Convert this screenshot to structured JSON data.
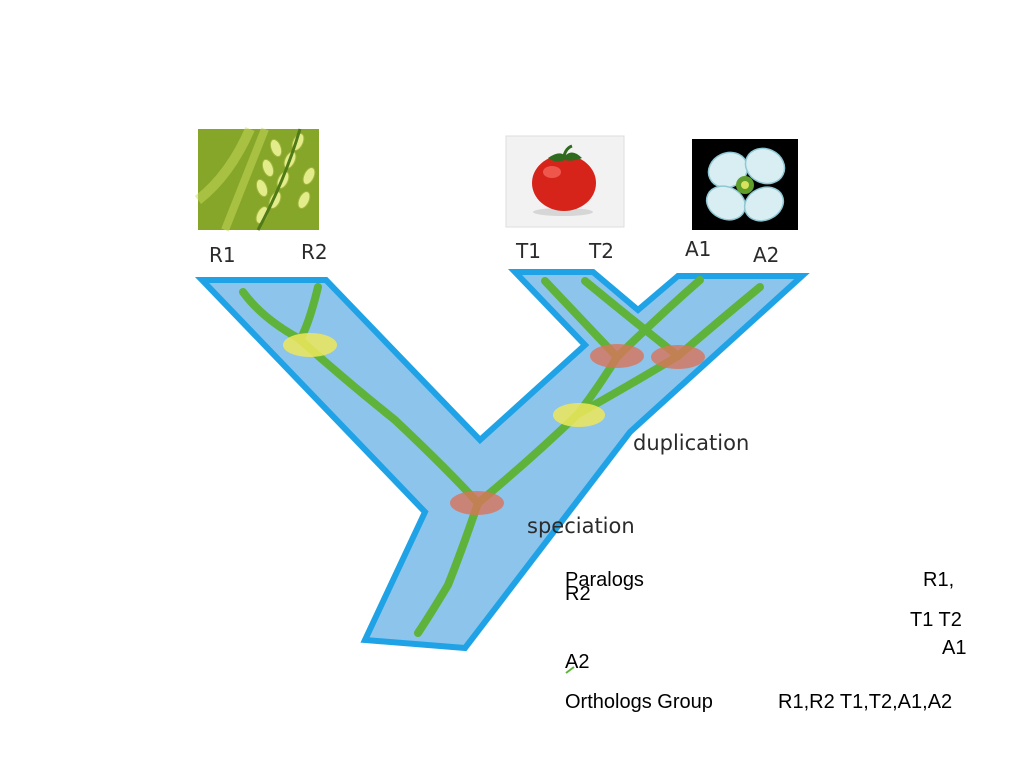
{
  "species": [
    {
      "name": "rice",
      "genes": [
        "R1",
        "R2"
      ]
    },
    {
      "name": "tomato",
      "genes": [
        "T1",
        "T2"
      ]
    },
    {
      "name": "arabidopsis",
      "genes": [
        "A1",
        "A2"
      ]
    }
  ],
  "events": {
    "duplication": "duplication",
    "speciation": "speciation"
  },
  "legend_colors": {
    "tree": "#8dc4ec",
    "tree_border": "#1fa3e6",
    "gene_lineage": "#5fb33a",
    "duplication_marker": "#efe85a",
    "speciation_marker": "#d9745a"
  },
  "table": {
    "paralogs_label": "Paralogs",
    "paralogs_r": "R1,",
    "paralogs_r2": "R2",
    "paralogs_t": "T1 T2",
    "paralogs_a1": "A1",
    "paralogs_a2": "A2",
    "orthologs_label": "Orthologs Group",
    "orthologs_value": "R1,R2 T1,T2,A1,A2"
  }
}
